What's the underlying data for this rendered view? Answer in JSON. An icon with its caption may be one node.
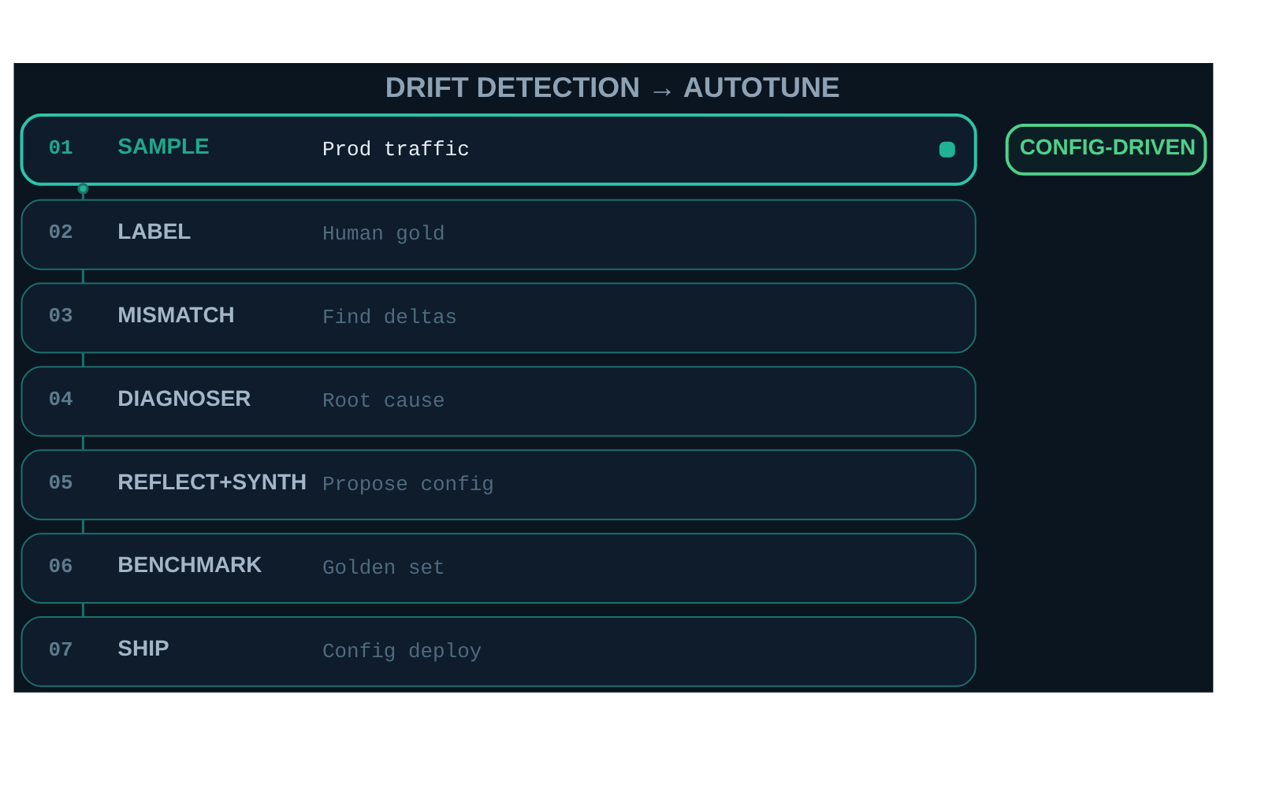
{
  "diagram": {
    "title": "DRIFT DETECTION → AUTOTUNE",
    "nodes": [
      {
        "text": [
          "CONFIG-DRIVEN"
        ]
      },
      {
        "text": [
          "01",
          "SAMPLE",
          "Prod traffic"
        ]
      },
      {
        "text": [
          "02",
          "LABEL",
          "Human gold"
        ]
      },
      {
        "text": [
          "03",
          "MISMATCH",
          "Find deltas"
        ]
      },
      {
        "text": [
          "04",
          "DIAGNOSER",
          "Root cause"
        ]
      },
      {
        "text": [
          "05",
          "REFLECT+SYNTH",
          "Propose config"
        ]
      },
      {
        "text": [
          "06",
          "BENCHMARK",
          "Golden set"
        ]
      },
      {
        "text": [
          "07",
          "SHIP",
          "Config deploy"
        ]
      }
    ],
    "edges": [
      {
        "from": 1,
        "to": 2,
        "arrow": "other"
      },
      {
        "from": 2,
        "to": 3,
        "arrow": "none"
      },
      {
        "from": 3,
        "to": 4,
        "arrow": "none"
      },
      {
        "from": 4,
        "to": 5,
        "arrow": "none"
      },
      {
        "from": 5,
        "to": 6,
        "arrow": "none"
      },
      {
        "from": 6,
        "to": 7,
        "arrow": "none"
      }
    ]
  }
}
